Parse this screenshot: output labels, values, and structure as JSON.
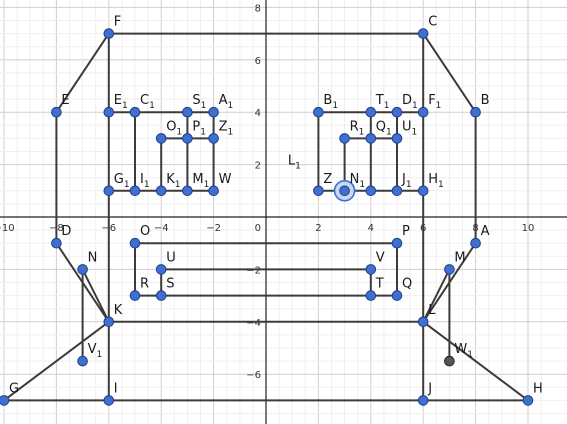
{
  "chart_data": {
    "type": "geometry",
    "xlim": [
      -10.8,
      10.8
    ],
    "ylim": [
      -7.9,
      8.1
    ],
    "grid": true,
    "x_ticks": [
      -10,
      -8,
      -6,
      -4,
      -2,
      2,
      4,
      6,
      8,
      10
    ],
    "y_ticks": [
      -6,
      -4,
      -2,
      2,
      4,
      6,
      8
    ],
    "x_tick_labels": [
      "−10",
      "−8",
      "−6",
      "−4",
      "−2",
      "2",
      "4",
      "6",
      "8",
      "10"
    ],
    "y_tick_labels": [
      "−6",
      "−4",
      "−2",
      "2",
      "4",
      "6",
      "8"
    ],
    "origin_label": "0",
    "colors": {
      "point_fill": "#3f6fd1",
      "point_stroke": "#1f3f8a",
      "segment": "#3b3b3b",
      "special_point_fill": "#555555",
      "minor_grid": "#efefef",
      "major_grid": "#cfcfcf",
      "axis": "#222222"
    },
    "points": [
      {
        "name": "F",
        "sub": "",
        "x": -6,
        "y": 7,
        "label_pos": "ne"
      },
      {
        "name": "C",
        "sub": "",
        "x": 6,
        "y": 7,
        "label_pos": "ne"
      },
      {
        "name": "E",
        "sub": "",
        "x": -8,
        "y": 4,
        "label_pos": "ne"
      },
      {
        "name": "B",
        "sub": "",
        "x": 8,
        "y": 4,
        "label_pos": "ne"
      },
      {
        "name": "D",
        "sub": "",
        "x": -8,
        "y": -1,
        "label_pos": "ne"
      },
      {
        "name": "A",
        "sub": "",
        "x": 8,
        "y": -1,
        "label_pos": "ne"
      },
      {
        "name": "N",
        "sub": "",
        "x": -7,
        "y": -2,
        "label_pos": "ne"
      },
      {
        "name": "M",
        "sub": "",
        "x": 7,
        "y": -2,
        "label_pos": "ne"
      },
      {
        "name": "K",
        "sub": "",
        "x": -6,
        "y": -4,
        "label_pos": "ne"
      },
      {
        "name": "L",
        "sub": "",
        "x": 6,
        "y": -4,
        "label_pos": "ne"
      },
      {
        "name": "V",
        "sub": "1",
        "x": -7,
        "y": -5.5,
        "label_pos": "ne"
      },
      {
        "name": "W",
        "sub": "1",
        "x": 7,
        "y": -5.5,
        "label_pos": "ne",
        "special": true
      },
      {
        "name": "G",
        "sub": "",
        "x": -10,
        "y": -7,
        "label_pos": "ne"
      },
      {
        "name": "I",
        "sub": "",
        "x": -6,
        "y": -7,
        "label_pos": "ne"
      },
      {
        "name": "J",
        "sub": "",
        "x": 6,
        "y": -7,
        "label_pos": "ne"
      },
      {
        "name": "H",
        "sub": "",
        "x": 10,
        "y": -7,
        "label_pos": "ne"
      },
      {
        "name": "O",
        "sub": "",
        "x": -5,
        "y": -1,
        "label_pos": "ne"
      },
      {
        "name": "P",
        "sub": "",
        "x": 5,
        "y": -1,
        "label_pos": "ne"
      },
      {
        "name": "U",
        "sub": "",
        "x": -4,
        "y": -2,
        "label_pos": "ne"
      },
      {
        "name": "V",
        "sub": "",
        "x": 4,
        "y": -2,
        "label_pos": "ne"
      },
      {
        "name": "R",
        "sub": "",
        "x": -5,
        "y": -3,
        "label_pos": "ne"
      },
      {
        "name": "S",
        "sub": "",
        "x": -4,
        "y": -3,
        "label_pos": "ne"
      },
      {
        "name": "T",
        "sub": "",
        "x": 4,
        "y": -3,
        "label_pos": "ne"
      },
      {
        "name": "Q",
        "sub": "",
        "x": 5,
        "y": -3,
        "label_pos": "ne"
      },
      {
        "name": "E",
        "sub": "1",
        "x": -6,
        "y": 4,
        "label_pos": "ne"
      },
      {
        "name": "C",
        "sub": "1",
        "x": -5,
        "y": 4,
        "label_pos": "ne"
      },
      {
        "name": "S",
        "sub": "1",
        "x": -3,
        "y": 4,
        "label_pos": "ne"
      },
      {
        "name": "A",
        "sub": "1",
        "x": -2,
        "y": 4,
        "label_pos": "ne"
      },
      {
        "name": "O",
        "sub": "1",
        "x": -4,
        "y": 3,
        "label_pos": "ne"
      },
      {
        "name": "P",
        "sub": "1",
        "x": -3,
        "y": 3,
        "label_pos": "ne"
      },
      {
        "name": "Z",
        "sub": "1",
        "x": -2,
        "y": 3,
        "label_pos": "ne"
      },
      {
        "name": "G",
        "sub": "1",
        "x": -6,
        "y": 1,
        "label_pos": "ne"
      },
      {
        "name": "I",
        "sub": "1",
        "x": -5,
        "y": 1,
        "label_pos": "ne"
      },
      {
        "name": "K",
        "sub": "1",
        "x": -4,
        "y": 1,
        "label_pos": "ne"
      },
      {
        "name": "M",
        "sub": "1",
        "x": -3,
        "y": 1,
        "label_pos": "ne"
      },
      {
        "name": "W",
        "sub": "",
        "x": -2,
        "y": 1,
        "label_pos": "ne"
      },
      {
        "name": "B",
        "sub": "1",
        "x": 2,
        "y": 4,
        "label_pos": "ne"
      },
      {
        "name": "T",
        "sub": "1",
        "x": 4,
        "y": 4,
        "label_pos": "ne"
      },
      {
        "name": "D",
        "sub": "1",
        "x": 5,
        "y": 4,
        "label_pos": "ne"
      },
      {
        "name": "F",
        "sub": "1",
        "x": 6,
        "y": 4,
        "label_pos": "ne"
      },
      {
        "name": "R",
        "sub": "1",
        "x": 3,
        "y": 3,
        "label_pos": "ne"
      },
      {
        "name": "Q",
        "sub": "1",
        "x": 4,
        "y": 3,
        "label_pos": "ne"
      },
      {
        "name": "U",
        "sub": "1",
        "x": 5,
        "y": 3,
        "label_pos": "ne"
      },
      {
        "name": "Z",
        "sub": "",
        "x": 2,
        "y": 1,
        "label_pos": "ne"
      },
      {
        "name": "N",
        "sub": "1",
        "x": 3,
        "y": 1,
        "label_pos": "ne",
        "selected": true
      },
      {
        "name": "J",
        "sub": "1",
        "x": 5,
        "y": 1,
        "label_pos": "ne"
      },
      {
        "name": "H",
        "sub": "1",
        "x": 6,
        "y": 1,
        "label_pos": "ne"
      },
      {
        "name": "",
        "sub": "",
        "x": 4,
        "y": 1,
        "label_pos": "ne"
      }
    ],
    "extra_labels": [
      {
        "name": "L",
        "sub": "1",
        "x": 1.6,
        "y": 2.0
      }
    ],
    "segments": [
      [
        [
          -6,
          7
        ],
        [
          6,
          7
        ]
      ],
      [
        [
          -6,
          7
        ],
        [
          -8,
          4
        ]
      ],
      [
        [
          6,
          7
        ],
        [
          8,
          4
        ]
      ],
      [
        [
          -8,
          4
        ],
        [
          -8,
          -1
        ]
      ],
      [
        [
          8,
          4
        ],
        [
          8,
          -1
        ]
      ],
      [
        [
          -8,
          -1
        ],
        [
          -6,
          -4
        ]
      ],
      [
        [
          8,
          -1
        ],
        [
          6,
          -4
        ]
      ],
      [
        [
          -6,
          7
        ],
        [
          -6,
          -7
        ]
      ],
      [
        [
          6,
          7
        ],
        [
          6,
          -7
        ]
      ],
      [
        [
          -10,
          -7
        ],
        [
          10,
          -7
        ]
      ],
      [
        [
          -6,
          -4
        ],
        [
          6,
          -4
        ]
      ],
      [
        [
          -6,
          -4
        ],
        [
          -10,
          -7
        ]
      ],
      [
        [
          6,
          -4
        ],
        [
          10,
          -7
        ]
      ],
      [
        [
          -7,
          -2
        ],
        [
          -7,
          -5.5
        ]
      ],
      [
        [
          7,
          -2
        ],
        [
          7,
          -5.5
        ]
      ],
      [
        [
          -7,
          -2
        ],
        [
          -6,
          -4
        ]
      ],
      [
        [
          7,
          -2
        ],
        [
          6,
          -4
        ]
      ],
      [
        [
          -5,
          -1
        ],
        [
          5,
          -1
        ]
      ],
      [
        [
          5,
          -1
        ],
        [
          5,
          -3
        ]
      ],
      [
        [
          -5,
          -3
        ],
        [
          5,
          -3
        ]
      ],
      [
        [
          -5,
          -1
        ],
        [
          -5,
          -3
        ]
      ],
      [
        [
          -4,
          -2
        ],
        [
          4,
          -2
        ]
      ],
      [
        [
          4,
          -2
        ],
        [
          4,
          -3
        ]
      ],
      [
        [
          -4,
          -2
        ],
        [
          -4,
          -3
        ]
      ],
      [
        [
          -6,
          4
        ],
        [
          -2,
          4
        ]
      ],
      [
        [
          -6,
          1
        ],
        [
          -2,
          1
        ]
      ],
      [
        [
          -4,
          3
        ],
        [
          -2,
          3
        ]
      ],
      [
        [
          -5,
          4
        ],
        [
          -5,
          1
        ]
      ],
      [
        [
          -4,
          3
        ],
        [
          -4,
          1
        ]
      ],
      [
        [
          -3,
          4
        ],
        [
          -3,
          1
        ]
      ],
      [
        [
          -2,
          4
        ],
        [
          -2,
          1
        ]
      ],
      [
        [
          2,
          4
        ],
        [
          6,
          4
        ]
      ],
      [
        [
          2,
          1
        ],
        [
          6,
          1
        ]
      ],
      [
        [
          3,
          3
        ],
        [
          5,
          3
        ]
      ],
      [
        [
          2,
          4
        ],
        [
          2,
          1
        ]
      ],
      [
        [
          3,
          3
        ],
        [
          3,
          1
        ]
      ],
      [
        [
          4,
          4
        ],
        [
          4,
          1
        ]
      ],
      [
        [
          5,
          4
        ],
        [
          5,
          1
        ]
      ]
    ]
  }
}
